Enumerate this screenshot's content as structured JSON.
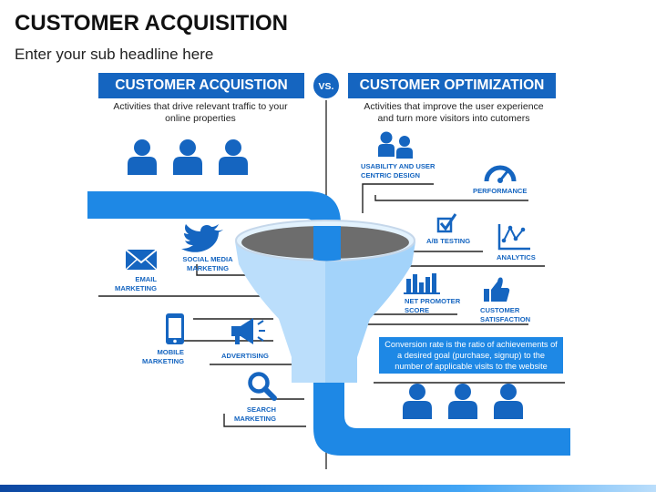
{
  "header": {
    "title": "CUSTOMER ACQUISITION",
    "subtitle": "Enter your sub headline here"
  },
  "left_panel": {
    "heading": "CUSTOMER ACQUISTION",
    "description": [
      "Activities that drive relevant traffic to your",
      "online properties"
    ]
  },
  "vs_label": "VS.",
  "right_panel": {
    "heading": "CUSTOMER OPTIMIZATION",
    "description": [
      "Activities that improve the user experience",
      "and turn more visitors into cutomers"
    ]
  },
  "acquisition_channels": {
    "social_media": [
      "SOCIAL MEDIA",
      "MARKETING"
    ],
    "email": [
      "EMAIL",
      "MARKETING"
    ],
    "mobile": [
      "MOBILE",
      "MARKETING"
    ],
    "advertising": "ADVERTISING",
    "search": [
      "SEARCH",
      "MARKETING"
    ]
  },
  "optimization_methods": {
    "usability": [
      "USABILITY AND USER",
      "CENTRIC DESIGN"
    ],
    "performance": "PERFORMANCE",
    "ab_testing": "A/B TESTING",
    "analytics": "ANALYTICS",
    "nps": [
      "NET PROMOTER",
      "SCORE"
    ],
    "satisfaction": [
      "CUSTOMER",
      "SATISFACTION"
    ]
  },
  "conversion_note": [
    "Conversion rate is the ratio of achievements of",
    "a desired goal (purchase, signup) to the",
    "number of applicable visits to the website"
  ],
  "colors": {
    "primary": "#1565c0",
    "funnel_light": "#bbdefb",
    "funnel_mid": "#90caf9",
    "pipe": "#1e88e5"
  },
  "icons": [
    "person-icon",
    "twitter-bird-icon",
    "envelope-icon",
    "smartphone-icon",
    "megaphone-icon",
    "magnifier-icon",
    "users-icon",
    "speedometer-icon",
    "checkbox-icon",
    "line-chart-icon",
    "bar-chart-icon",
    "thumbs-up-icon"
  ]
}
